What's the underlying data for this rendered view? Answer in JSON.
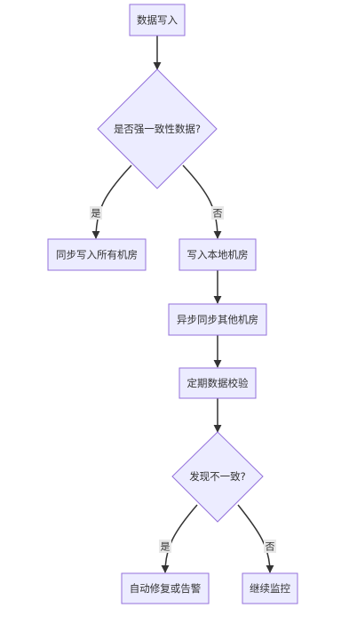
{
  "flowchart": {
    "nodes": {
      "data_write": "数据写入",
      "strong_consistency_decision": "是否强一致性数据?",
      "sync_write_all": "同步写入所有机房",
      "write_local": "写入本地机房",
      "async_sync_others": "异步同步其他机房",
      "periodic_verify": "定期数据校验",
      "inconsistency_decision": "发现不一致?",
      "auto_repair_alert": "自动修复或告警",
      "continue_monitor": "继续监控"
    },
    "edge_labels": {
      "strong_yes": "是",
      "strong_no": "否",
      "inconsistent_yes": "是",
      "inconsistent_no": "否"
    }
  }
}
